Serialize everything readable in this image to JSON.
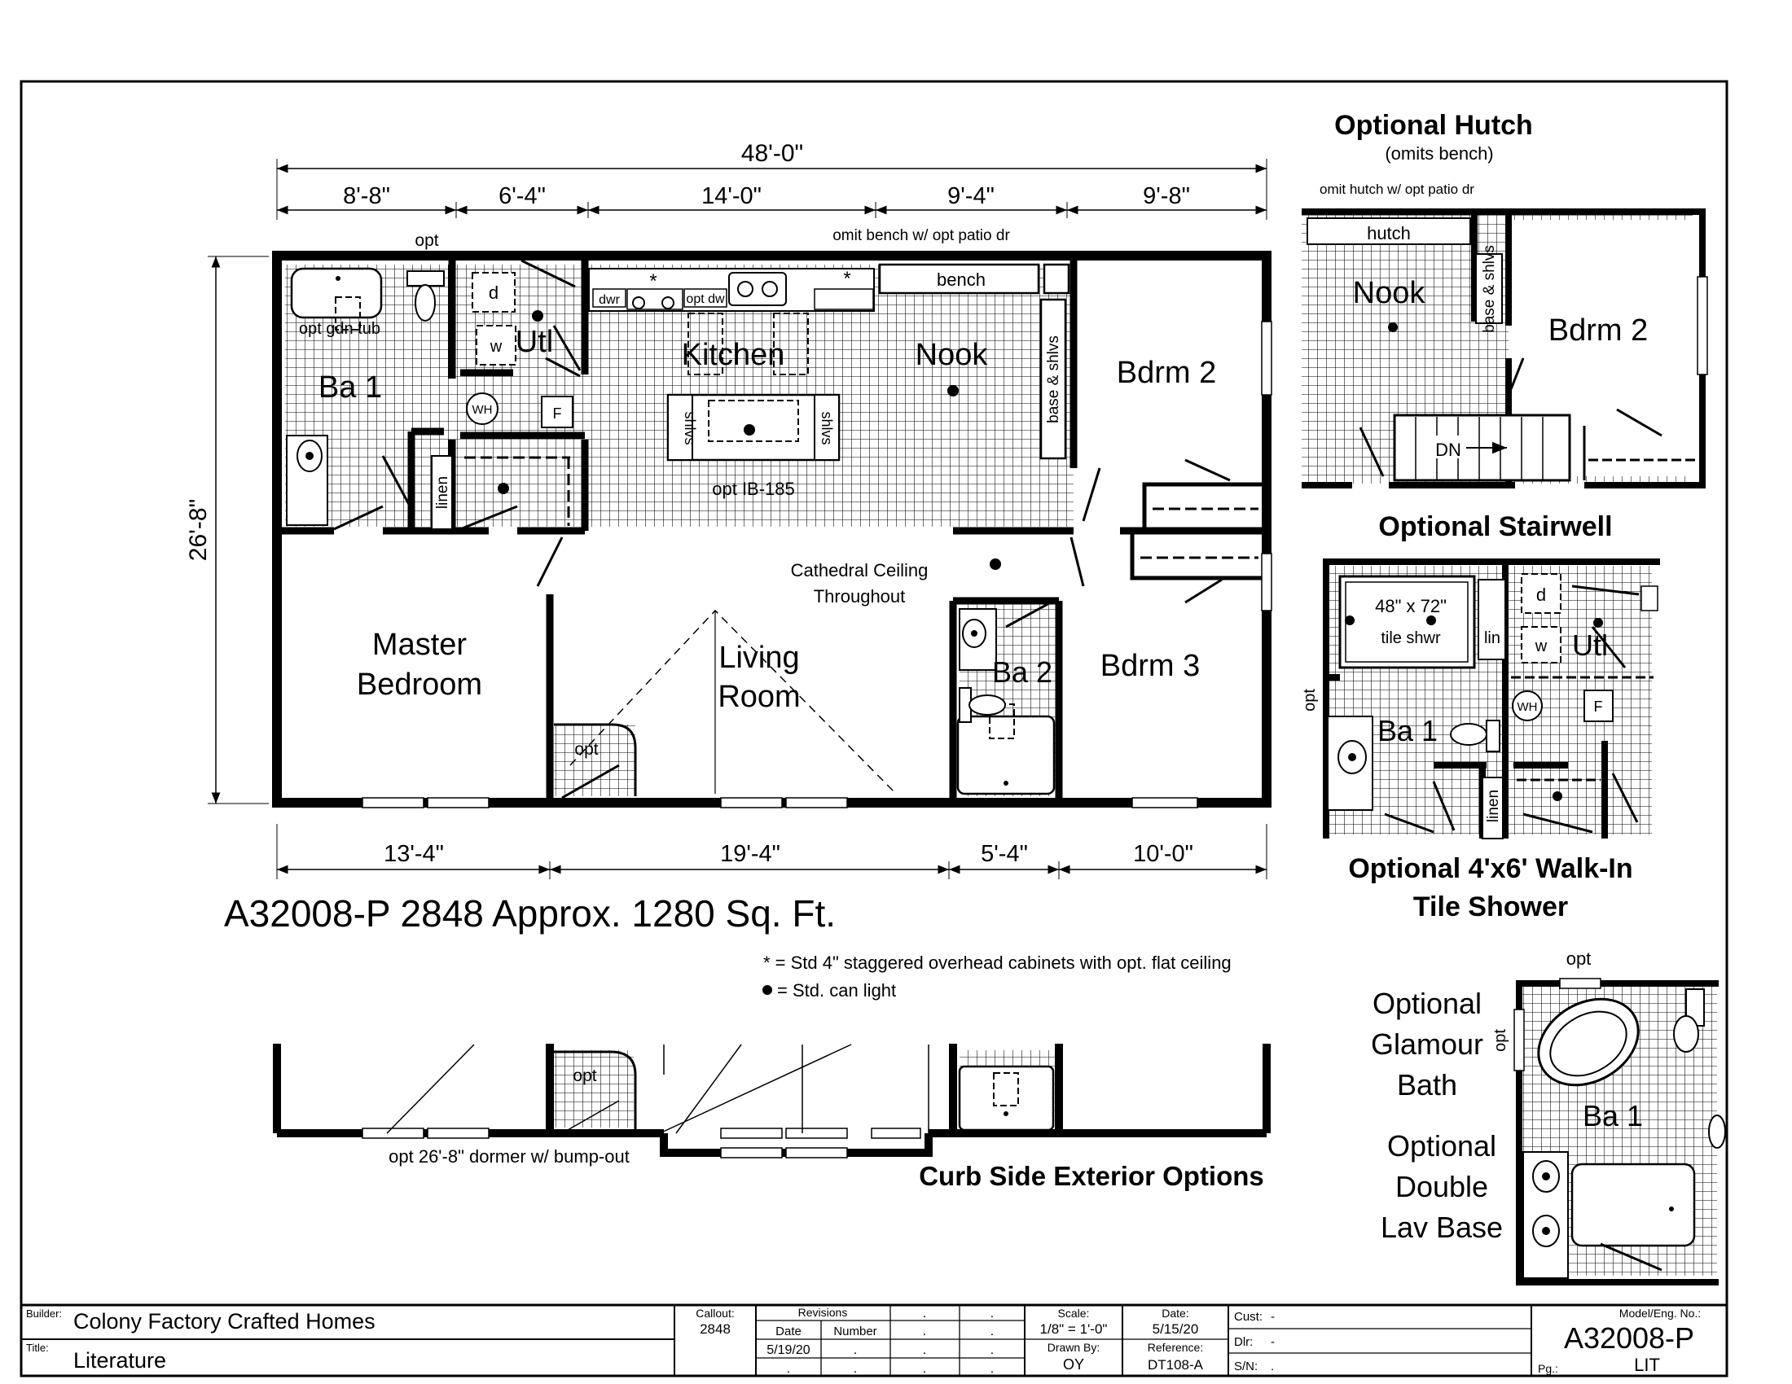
{
  "dimensions": {
    "overall_width": "48'-0\"",
    "top": [
      "8'-8\"",
      "6'-4\"",
      "14'-0\"",
      "9'-4\"",
      "9'-8\""
    ],
    "bottom": [
      "13'-4\"",
      "19'-4\"",
      "5'-4\"",
      "10'-0\""
    ],
    "depth": "26'-8\""
  },
  "notes": {
    "omit_bench": "omit bench w/ opt patio dr",
    "opt": "opt",
    "cathedral": [
      "Cathedral Ceiling",
      "Throughout"
    ],
    "legend_cabinets": "* = Std 4\" staggered overhead cabinets with opt. flat ceiling",
    "legend_light": "= Std. can light",
    "dormer": "opt 26'-8\" dormer w/ bump-out"
  },
  "rooms": {
    "ba1": "Ba 1",
    "utl": "Utl",
    "kitchen": "Kitchen",
    "nook": "Nook",
    "bdrm2": "Bdrm 2",
    "master": [
      "Master",
      "Bedroom"
    ],
    "living": [
      "Living",
      "Room"
    ],
    "ba2": "Ba 2",
    "bdrm3": "Bdrm 3"
  },
  "fixtures": {
    "opt_gdn_tub": "opt gdn tub",
    "d": "d",
    "w": "w",
    "wh": "WH",
    "f": "F",
    "linen": "linen",
    "dwr": "dwr",
    "opt_dw": "opt dw",
    "star": "*",
    "bench": "bench",
    "base_shlvs": "base & shlvs",
    "shlvs": "shlvs",
    "opt_ib": "opt IB-185",
    "hutch": "hutch",
    "dn": "DN",
    "lin": "lin",
    "tile_size": "48\" x 72\"",
    "tile_shwr": "tile shwr"
  },
  "model_title": "A32008-P 2848  Approx. 1280 Sq. Ft.",
  "insets": {
    "hutch_title": "Optional Hutch",
    "hutch_sub": "(omits bench)",
    "hutch_note": "omit hutch w/ opt patio dr",
    "stairwell_title": "Optional Stairwell",
    "shower_title": [
      "Optional 4'x6' Walk-In",
      "Tile Shower"
    ],
    "glamour_title": [
      "Optional",
      "Glamour",
      "Bath"
    ],
    "lav_title": [
      "Optional",
      "Double",
      "Lav Base"
    ],
    "curbside_title": "Curb Side Exterior Options"
  },
  "title_block": {
    "builder_label": "Builder:",
    "builder": "Colony Factory Crafted Homes",
    "title_label": "Title:",
    "title": "Literature",
    "callout_label": "Callout:",
    "callout": "2848",
    "revisions_label": "Revisions",
    "date_label": "Date",
    "number_label": "Number",
    "rev_date": "5/19/20",
    "dot": ".",
    "scale_label": "Scale:",
    "scale": "1/8\" = 1'-0\"",
    "drawn_label": "Drawn By:",
    "drawn": "OY",
    "date2_label": "Date:",
    "date2": "5/15/20",
    "reference_label": "Reference:",
    "reference": "DT108-A",
    "cust_label": "Cust:",
    "cust": "-",
    "dlr_label": "Dlr:",
    "dlr": "-",
    "sn_label": "S/N:",
    "sn": ".",
    "model_label": "Model/Eng. No.:",
    "model": "A32008-P",
    "pg_label": "Pg.:",
    "pg": "LIT"
  }
}
